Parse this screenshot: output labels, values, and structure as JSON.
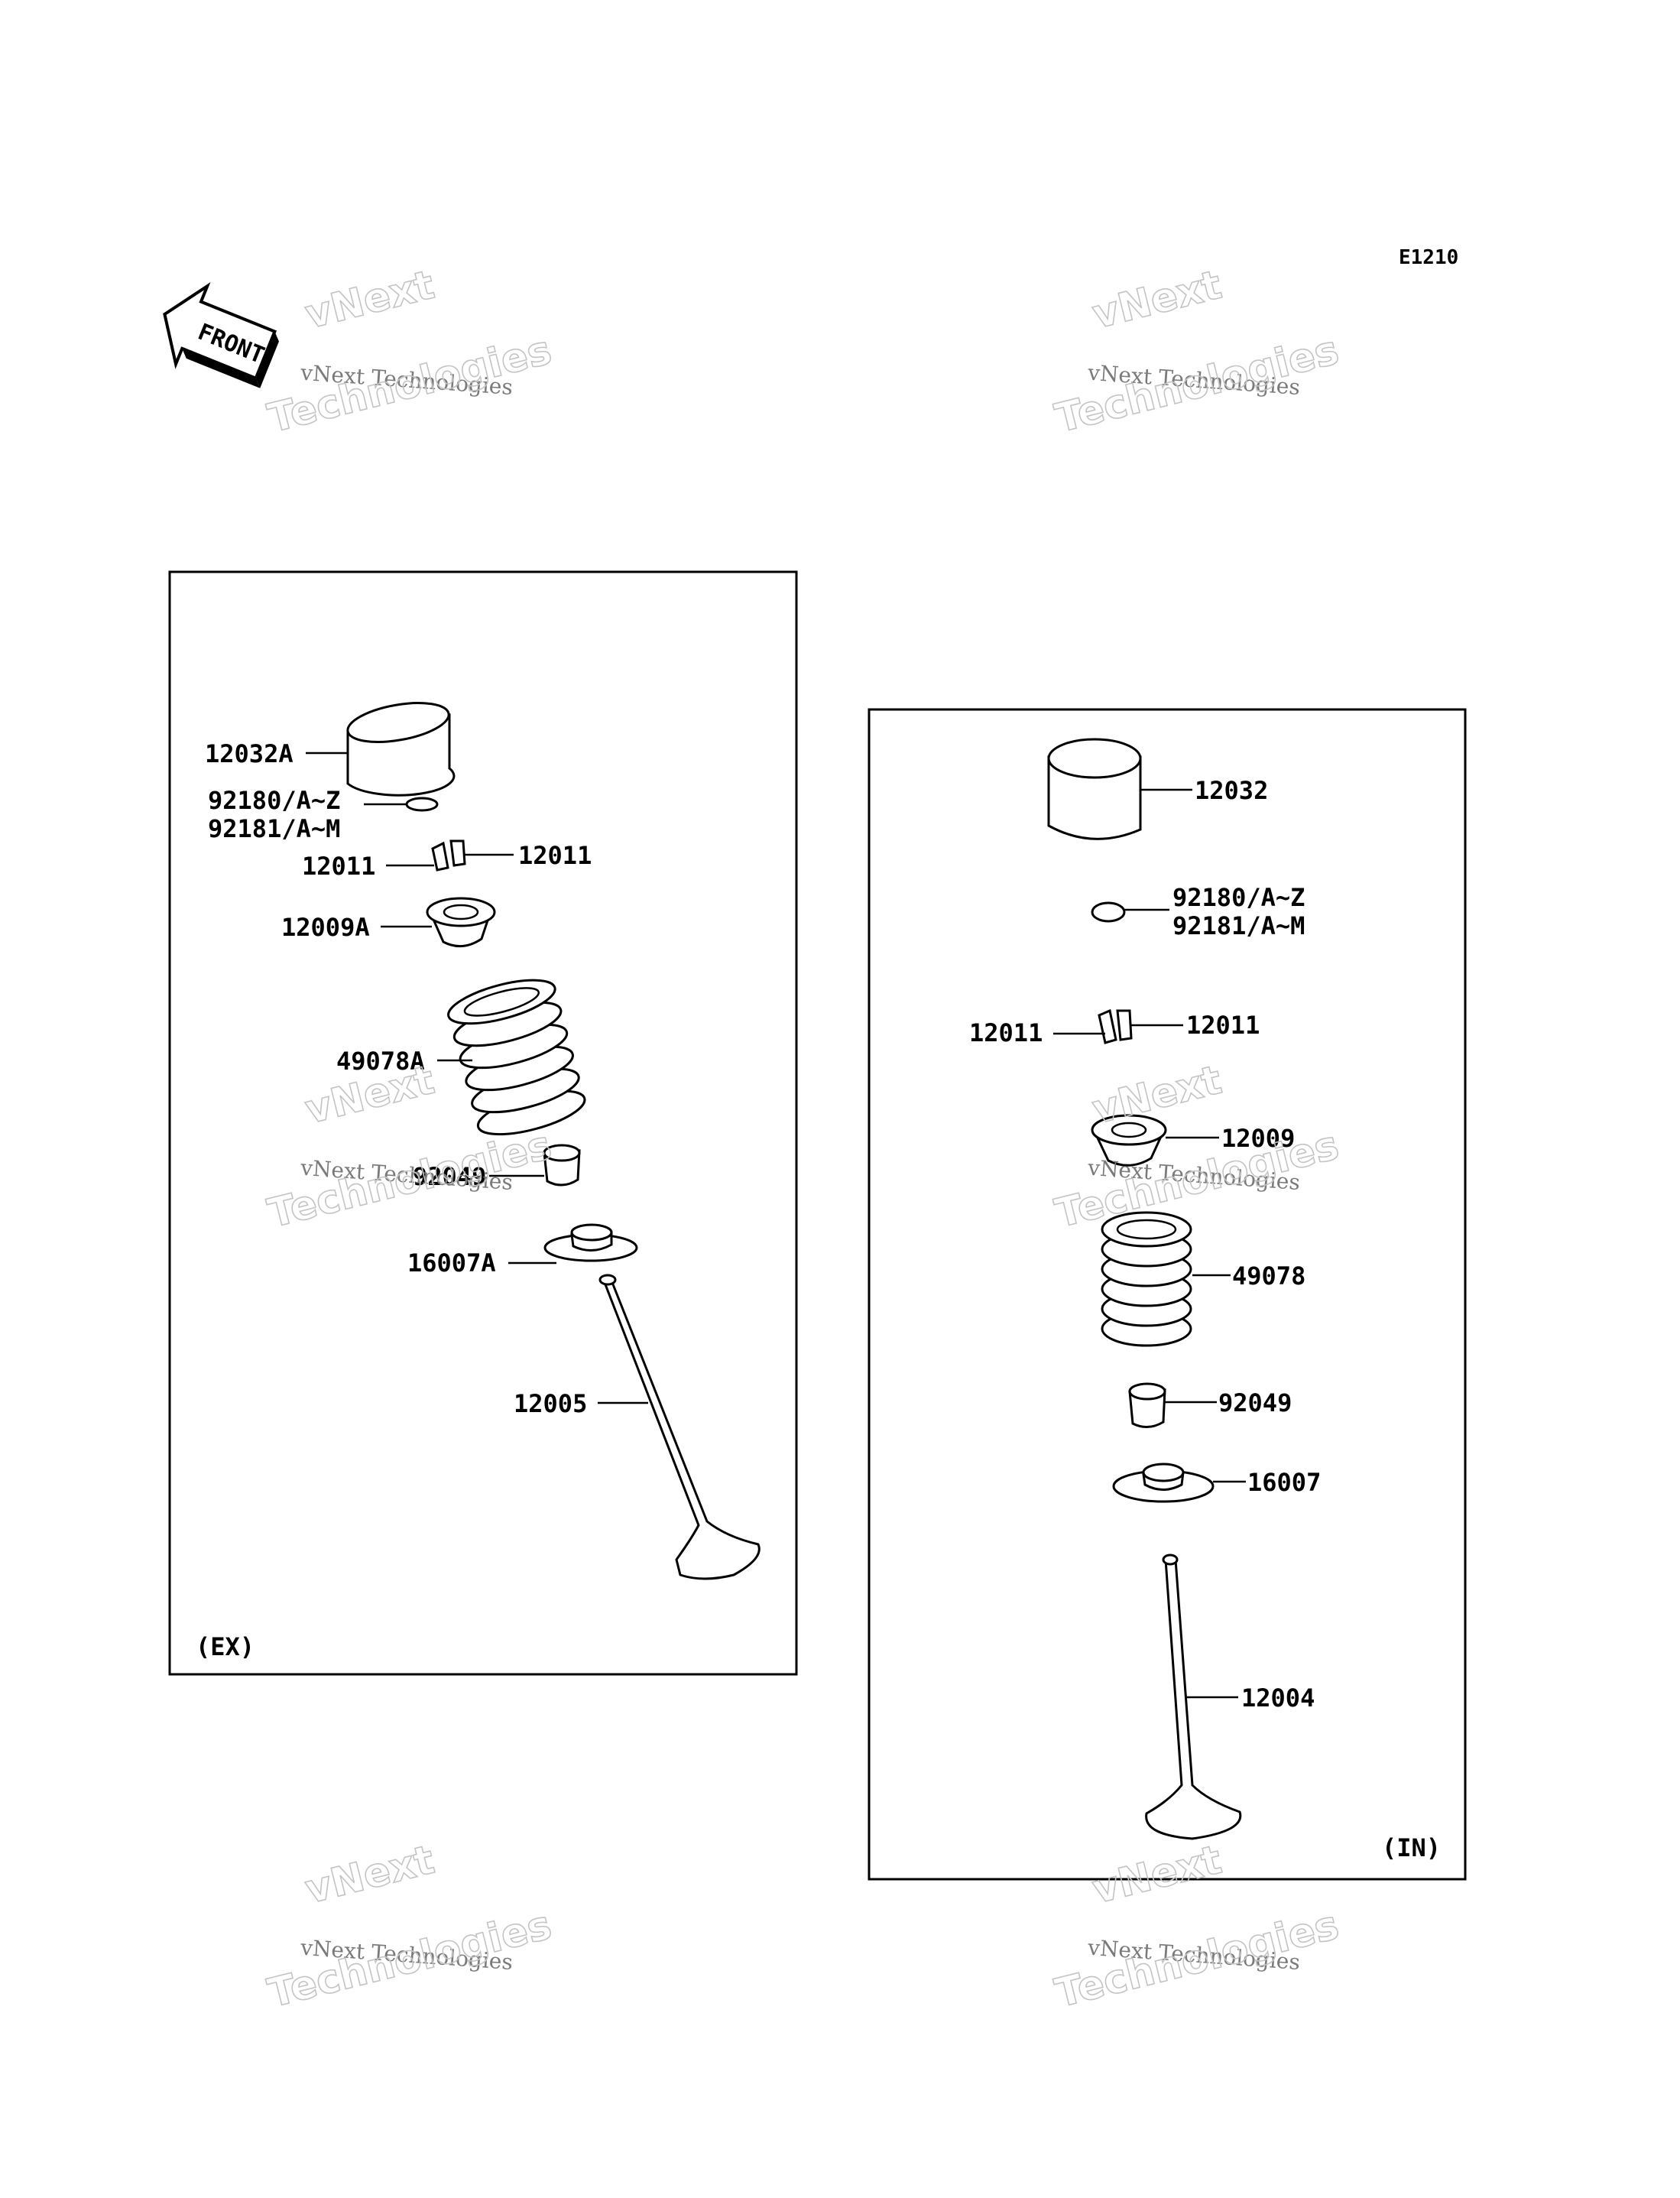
{
  "diagram_code": "E1210",
  "front_label": "FRONT",
  "watermark": {
    "line1": "vNext",
    "line2": "vNext Technologies",
    "line3": "Technologies"
  },
  "exhaust_panel": {
    "title": "(EX)",
    "labels": {
      "lifter": "12032A",
      "shim_a": "92180/A~Z",
      "shim_b": "92181/A~M",
      "cotter_left": "12011",
      "cotter_right": "12011",
      "retainer": "12009A",
      "spring": "49078A",
      "seal": "92049",
      "spring_seat": "16007A",
      "valve": "12005"
    }
  },
  "intake_panel": {
    "title": "(IN)",
    "labels": {
      "lifter": "12032",
      "shim_a": "92180/A~Z",
      "shim_b": "92181/A~M",
      "cotter_left": "12011",
      "cotter_right": "12011",
      "retainer": "12009",
      "spring": "49078",
      "seal": "92049",
      "spring_seat": "16007",
      "valve": "12004"
    }
  }
}
